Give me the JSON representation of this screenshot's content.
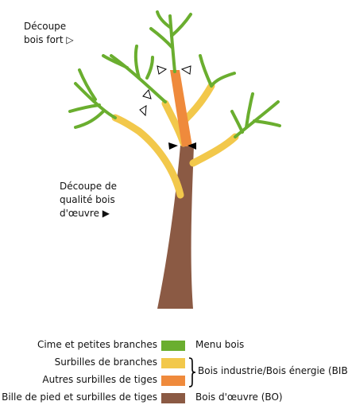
{
  "annotations": {
    "decoupe_bois_fort": [
      "Découpe",
      "bois fort ▷"
    ],
    "decoupe_bo": [
      "Découpe de",
      "qualité bois",
      "d'œuvre ▶"
    ]
  },
  "legend": {
    "items": [
      {
        "label": "Cime et petites branches",
        "color": "#6aae2f"
      },
      {
        "label": "Surbilles de branches",
        "color": "#f2c84b"
      },
      {
        "label": "Autres surbilles de tiges",
        "color": "#ef8a3c"
      },
      {
        "label": "Bille de pied et surbilles de tiges",
        "color": "#8b5a44"
      }
    ],
    "categories": {
      "menu_bois": "Menu bois",
      "bibe": "Bois industrie/Bois énergie (BIBE)",
      "bo": "Bois d'œuvre (BO)"
    }
  },
  "colors": {
    "green": "#6aae2f",
    "yellow": "#f2c84b",
    "orange": "#ef8a3c",
    "brown": "#8b5a44"
  }
}
